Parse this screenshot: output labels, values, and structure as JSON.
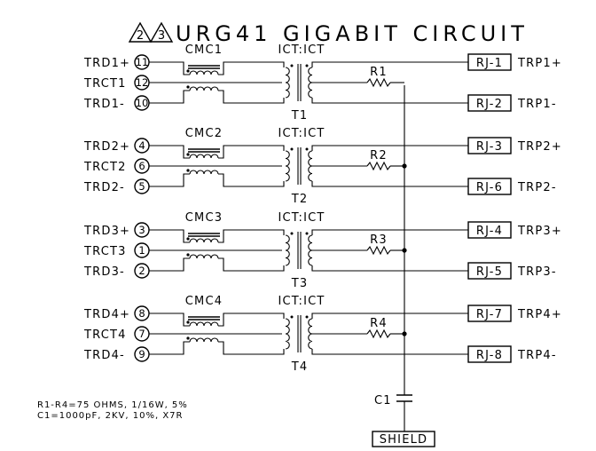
{
  "title": {
    "revision_marks": [
      "2",
      "3"
    ],
    "text": "URG41 GIGABIT CIRCUIT"
  },
  "channels": [
    {
      "inputs": [
        {
          "label": "TRD1+",
          "pin": "11"
        },
        {
          "label": "TRCT1",
          "pin": "12"
        },
        {
          "label": "TRD1-",
          "pin": "10"
        }
      ],
      "cmc": "CMC1",
      "transformer_label": "ICT:ICT",
      "transformer": "T1",
      "resistor": "R1",
      "outputs": [
        {
          "connector": "RJ-1",
          "label": "TRP1+"
        },
        {
          "connector": "RJ-2",
          "label": "TRP1-"
        }
      ]
    },
    {
      "inputs": [
        {
          "label": "TRD2+",
          "pin": "4"
        },
        {
          "label": "TRCT2",
          "pin": "6"
        },
        {
          "label": "TRD2-",
          "pin": "5"
        }
      ],
      "cmc": "CMC2",
      "transformer_label": "ICT:ICT",
      "transformer": "T2",
      "resistor": "R2",
      "outputs": [
        {
          "connector": "RJ-3",
          "label": "TRP2+"
        },
        {
          "connector": "RJ-6",
          "label": "TRP2-"
        }
      ]
    },
    {
      "inputs": [
        {
          "label": "TRD3+",
          "pin": "3"
        },
        {
          "label": "TRCT3",
          "pin": "1"
        },
        {
          "label": "TRD3-",
          "pin": "2"
        }
      ],
      "cmc": "CMC3",
      "transformer_label": "ICT:ICT",
      "transformer": "T3",
      "resistor": "R3",
      "outputs": [
        {
          "connector": "RJ-4",
          "label": "TRP3+"
        },
        {
          "connector": "RJ-5",
          "label": "TRP3-"
        }
      ]
    },
    {
      "inputs": [
        {
          "label": "TRD4+",
          "pin": "8"
        },
        {
          "label": "TRCT4",
          "pin": "7"
        },
        {
          "label": "TRD4-",
          "pin": "9"
        }
      ],
      "cmc": "CMC4",
      "transformer_label": "ICT:ICT",
      "transformer": "T4",
      "resistor": "R4",
      "outputs": [
        {
          "connector": "RJ-7",
          "label": "TRP4+"
        },
        {
          "connector": "RJ-8",
          "label": "TRP4-"
        }
      ]
    }
  ],
  "capacitor": "C1",
  "shield": "SHIELD",
  "notes": [
    "R1-R4=75 OHMS, 1/16W, 5%",
    "C1=1000pF, 2KV, 10%, X7R"
  ]
}
